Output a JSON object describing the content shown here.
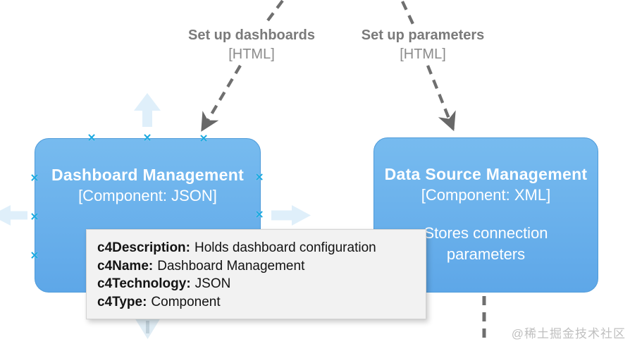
{
  "diagram": {
    "components": [
      {
        "title": "Dashboard Management",
        "stereotype": "[Component: JSON]"
      },
      {
        "title": "Data Source Management",
        "stereotype": "[Component: XML]",
        "description": "Stores connection parameters"
      }
    ],
    "connectors": [
      {
        "label": "Set up dashboards",
        "technology": "[HTML]"
      },
      {
        "label": "Set up parameters",
        "technology": "[HTML]"
      }
    ]
  },
  "tooltip": {
    "rows": [
      {
        "label": "c4Description:",
        "value": "Holds dashboard configuration"
      },
      {
        "label": "c4Name:",
        "value": "Dashboard Management"
      },
      {
        "label": "c4Technology:",
        "value": "JSON"
      },
      {
        "label": "c4Type:",
        "value": "Component"
      }
    ]
  },
  "ui": {
    "handle_glyph": "✕"
  },
  "watermark": {
    "text": "@稀土掘金技术社区"
  },
  "colors": {
    "component_fill_top": "#77bbef",
    "component_fill_bottom": "#5ea7e8",
    "component_border": "#4f9bd9",
    "component_text": "#ffffff",
    "connector_line": "#6f6f6f",
    "arrowhead": "#686868",
    "edge_label_text": "#7a7a7a",
    "selection_handle": "#1ba9e0",
    "direction_arrow": "#dcedf9",
    "tooltip_bg": "#f2f2f2",
    "tooltip_border": "#d4d4d4",
    "tooltip_text": "#131313",
    "watermark_text": "#c0c0c0"
  }
}
